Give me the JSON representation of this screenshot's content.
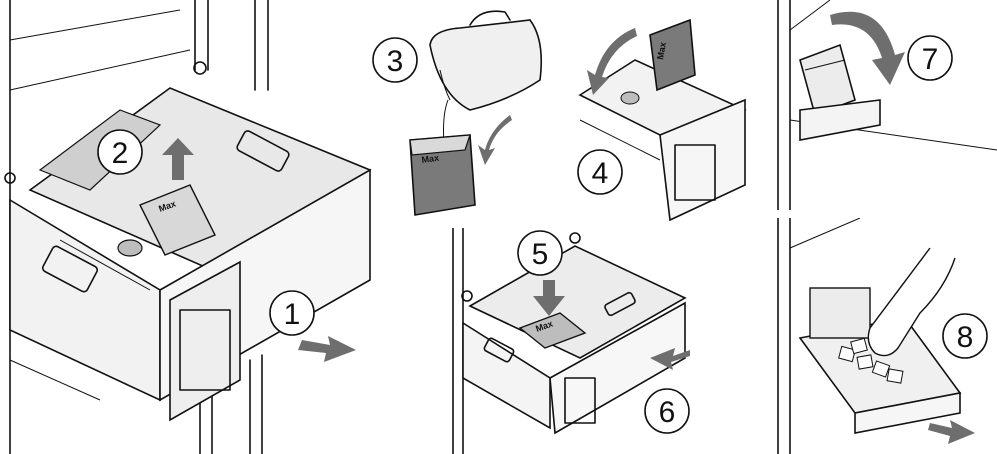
{
  "steps": [
    {
      "number": "1",
      "action": "pull out drawer"
    },
    {
      "number": "2",
      "action": "remove ice tray"
    },
    {
      "number": "3",
      "action": "fill with water"
    },
    {
      "number": "4",
      "action": "insert filled tray"
    },
    {
      "number": "5",
      "action": "press tray down"
    },
    {
      "number": "6",
      "action": "push drawer in"
    },
    {
      "number": "7",
      "action": "tip ice tray"
    },
    {
      "number": "8",
      "action": "remove ice cubes"
    }
  ],
  "labels": {
    "max_mark": "Max"
  },
  "colors": {
    "line": "#111111",
    "fill_light": "#e6e6e6",
    "fill_mid": "#cfcfcf",
    "fill_dark": "#7a7a7a",
    "arrow": "#6e6e6e"
  }
}
